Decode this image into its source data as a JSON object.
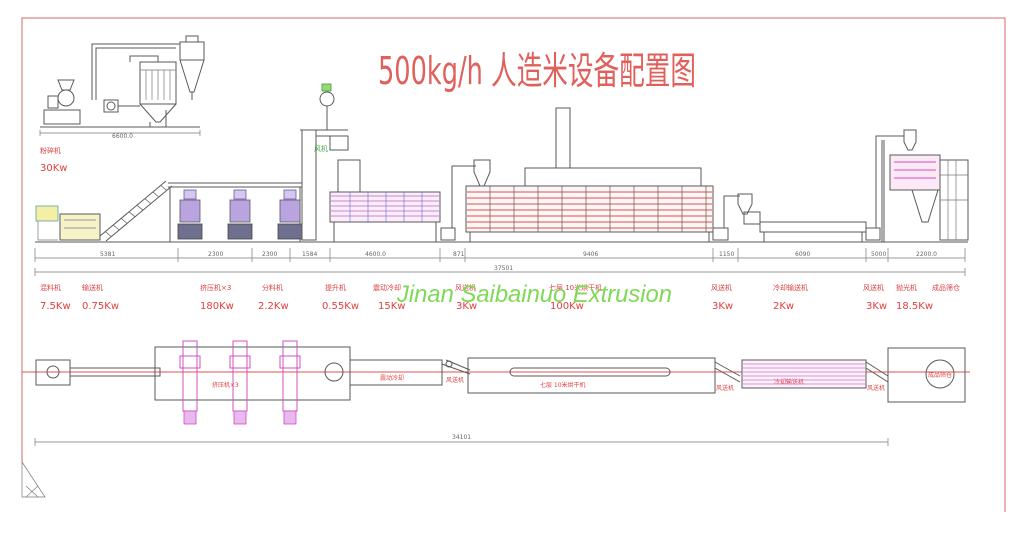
{
  "title": "500kg/h 人造米设备配置图",
  "watermark": "Jinan Saibainuo Extrusion",
  "colors": {
    "title": "#e0605c",
    "watermark": "#7ed957",
    "labels": "#e04040",
    "plan_centerline": "#e05050",
    "extruder_outline": "#d050c0",
    "frame": "#d66a6a"
  },
  "inset": {
    "dimension": "6600.0",
    "machine": "粉碎机",
    "power": "30Kw"
  },
  "elevation": {
    "blower_label": "风机",
    "dimensions": [
      "5381",
      "2300",
      "2300",
      "1584",
      "4600.0",
      "871",
      "9406",
      "1150",
      "6090",
      "5000",
      "2200.0"
    ],
    "total_length": "37501"
  },
  "equipment": [
    {
      "name": "混料机",
      "power": "7.5Kw"
    },
    {
      "name": "输送机",
      "power": "0.75Kw"
    },
    {
      "name": "挤压机×3",
      "power": "180Kw"
    },
    {
      "name": "分料机",
      "power": "2.2Kw"
    },
    {
      "name": "提升机",
      "power": "0.55Kw"
    },
    {
      "name": "震动冷却",
      "power": "15Kw"
    },
    {
      "name": "风送机",
      "power": "3Kw"
    },
    {
      "name": "七层 10米烘干机",
      "power": "100Kw"
    },
    {
      "name": "风送机",
      "power": "3Kw"
    },
    {
      "name": "冷却输送机",
      "power": "2Kw"
    },
    {
      "name": "风送机",
      "power": "3Kw"
    },
    {
      "name": "抛光机",
      "power": "18.5Kw"
    },
    {
      "name": "成品筛仓"
    }
  ],
  "plan": {
    "labels": [
      "挤压机×3",
      "震动冷却",
      "风送机",
      "七层 10米烘干机",
      "风送机",
      "冷却输送机",
      "风送机",
      "成品筛仓"
    ],
    "total_length": "34101"
  }
}
